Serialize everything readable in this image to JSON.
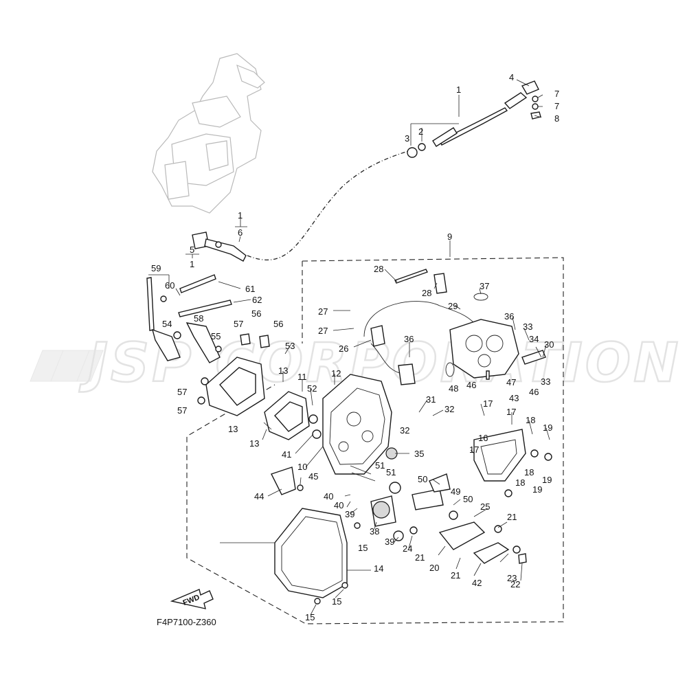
{
  "watermark": {
    "text": "JSP CORPORATION"
  },
  "diagram": {
    "code": "F4P7100-Z360",
    "fwd_label": "FWD"
  },
  "callouts": [
    {
      "id": "c1a",
      "text": "1"
    },
    {
      "id": "c4",
      "text": "4"
    },
    {
      "id": "c7a",
      "text": "7"
    },
    {
      "id": "c7b",
      "text": "7"
    },
    {
      "id": "c8",
      "text": "8"
    },
    {
      "id": "c3",
      "text": "3"
    },
    {
      "id": "c2",
      "text": "2"
    },
    {
      "id": "c1b",
      "text": "1"
    },
    {
      "id": "c6",
      "text": "6"
    },
    {
      "id": "c5",
      "text": "5"
    },
    {
      "id": "c1c",
      "text": "1"
    },
    {
      "id": "c9",
      "text": "9"
    },
    {
      "id": "c28a",
      "text": "28"
    },
    {
      "id": "c28b",
      "text": "28"
    },
    {
      "id": "c37",
      "text": "37"
    },
    {
      "id": "c29",
      "text": "29"
    },
    {
      "id": "c59",
      "text": "59"
    },
    {
      "id": "c60",
      "text": "60"
    },
    {
      "id": "c61",
      "text": "61"
    },
    {
      "id": "c62",
      "text": "62"
    },
    {
      "id": "c27a",
      "text": "27"
    },
    {
      "id": "c27b",
      "text": "27"
    },
    {
      "id": "c36a",
      "text": "36"
    },
    {
      "id": "c33a",
      "text": "33"
    },
    {
      "id": "c34",
      "text": "34"
    },
    {
      "id": "c30",
      "text": "30"
    },
    {
      "id": "c54",
      "text": "54"
    },
    {
      "id": "c58",
      "text": "58"
    },
    {
      "id": "c57a",
      "text": "57"
    },
    {
      "id": "c56a",
      "text": "56"
    },
    {
      "id": "c56b",
      "text": "56"
    },
    {
      "id": "c55",
      "text": "55"
    },
    {
      "id": "c53",
      "text": "53"
    },
    {
      "id": "c26",
      "text": "26"
    },
    {
      "id": "c36b",
      "text": "36"
    },
    {
      "id": "c33b",
      "text": "33"
    },
    {
      "id": "c13a",
      "text": "13"
    },
    {
      "id": "c11",
      "text": "11"
    },
    {
      "id": "c12",
      "text": "12"
    },
    {
      "id": "c48",
      "text": "48"
    },
    {
      "id": "c46a",
      "text": "46"
    },
    {
      "id": "c47",
      "text": "47"
    },
    {
      "id": "c46b",
      "text": "46"
    },
    {
      "id": "c43",
      "text": "43"
    },
    {
      "id": "c57b",
      "text": "57"
    },
    {
      "id": "c57c",
      "text": "57"
    },
    {
      "id": "c52",
      "text": "52"
    },
    {
      "id": "c31",
      "text": "31"
    },
    {
      "id": "c32a",
      "text": "32"
    },
    {
      "id": "c32b",
      "text": "32"
    },
    {
      "id": "c17a",
      "text": "17"
    },
    {
      "id": "c17b",
      "text": "17"
    },
    {
      "id": "c13b",
      "text": "13"
    },
    {
      "id": "c13c",
      "text": "13"
    },
    {
      "id": "c18a",
      "text": "18"
    },
    {
      "id": "c19a",
      "text": "19"
    },
    {
      "id": "c16",
      "text": "16"
    },
    {
      "id": "c41",
      "text": "41"
    },
    {
      "id": "c35",
      "text": "35"
    },
    {
      "id": "c17c",
      "text": "17"
    },
    {
      "id": "c18b",
      "text": "18"
    },
    {
      "id": "c19b",
      "text": "19"
    },
    {
      "id": "c10",
      "text": "10"
    },
    {
      "id": "c51a",
      "text": "51"
    },
    {
      "id": "c51b",
      "text": "51"
    },
    {
      "id": "c45",
      "text": "45"
    },
    {
      "id": "c50a",
      "text": "50"
    },
    {
      "id": "c18c",
      "text": "18"
    },
    {
      "id": "c19c",
      "text": "19"
    },
    {
      "id": "c44",
      "text": "44"
    },
    {
      "id": "c40a",
      "text": "40"
    },
    {
      "id": "c49",
      "text": "49"
    },
    {
      "id": "c40b",
      "text": "40"
    },
    {
      "id": "c50b",
      "text": "50"
    },
    {
      "id": "c39a",
      "text": "39"
    },
    {
      "id": "c25",
      "text": "25"
    },
    {
      "id": "c21a",
      "text": "21"
    },
    {
      "id": "c38",
      "text": "38"
    },
    {
      "id": "c39b",
      "text": "39"
    },
    {
      "id": "c24",
      "text": "24"
    },
    {
      "id": "c15a",
      "text": "15"
    },
    {
      "id": "c21b",
      "text": "21"
    },
    {
      "id": "c20",
      "text": "20"
    },
    {
      "id": "c21c",
      "text": "21"
    },
    {
      "id": "c23",
      "text": "23"
    },
    {
      "id": "c14",
      "text": "14"
    },
    {
      "id": "c42",
      "text": "42"
    },
    {
      "id": "c22",
      "text": "22"
    },
    {
      "id": "c15b",
      "text": "15"
    },
    {
      "id": "c15c",
      "text": "15"
    }
  ]
}
